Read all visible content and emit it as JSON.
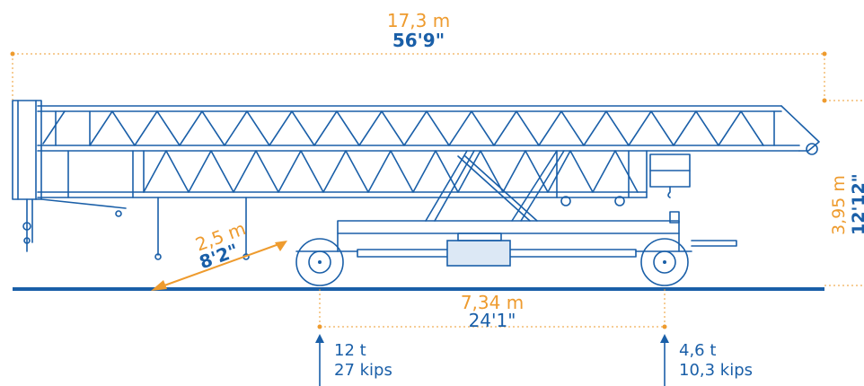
{
  "dimensions": {
    "overall_length": {
      "metric": "17,3 m",
      "imperial": "56'9\""
    },
    "height": {
      "metric": "3,95 m",
      "imperial": "12'12\""
    },
    "width": {
      "metric": "2,5 m",
      "imperial": "8'2\""
    },
    "wheelbase": {
      "metric": "7,34 m",
      "imperial": "24'1\""
    }
  },
  "axle_loads": {
    "front": {
      "metric": "12 t",
      "imperial": "27 kips"
    },
    "rear": {
      "metric": "4,6 t",
      "imperial": "10,3 kips"
    }
  },
  "colors": {
    "accent": "#ee9b2e",
    "primary": "#1a5fa8",
    "fill": "#dce8f5"
  }
}
